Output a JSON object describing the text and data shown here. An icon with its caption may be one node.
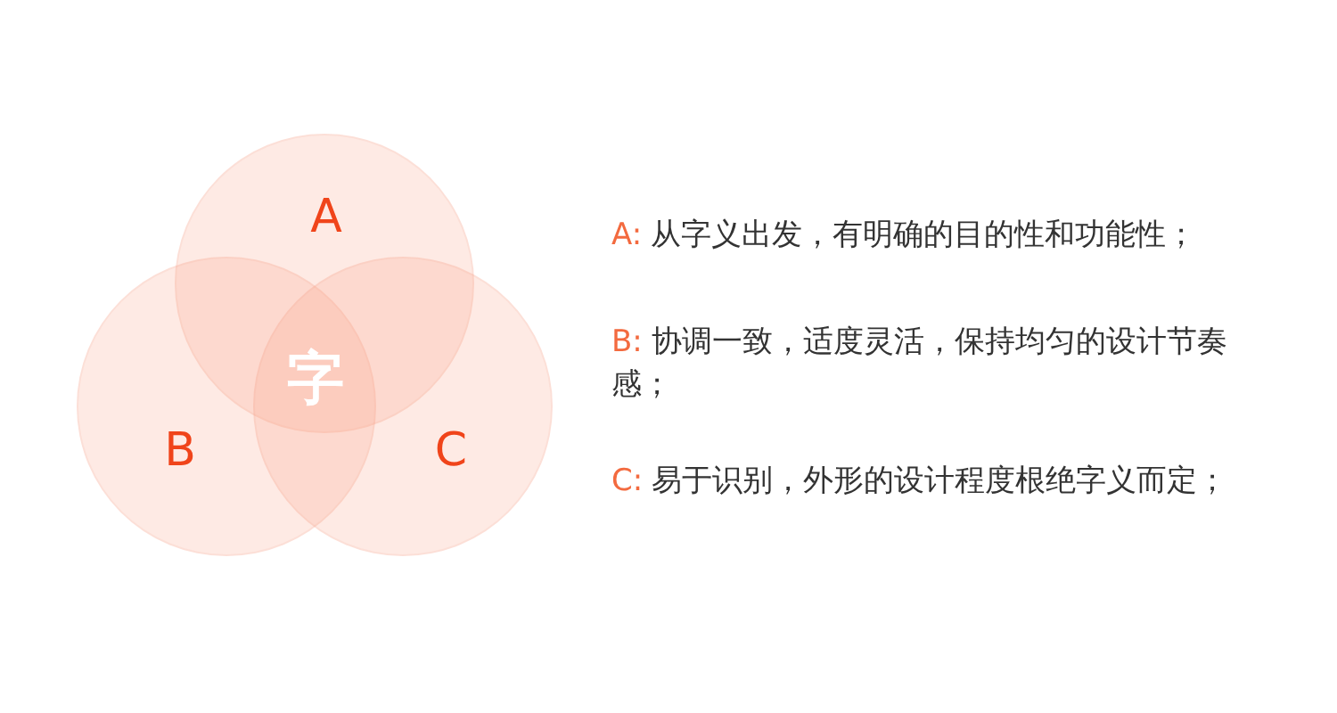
{
  "diagram": {
    "nodes": [
      {
        "text": [
          "A"
        ]
      },
      {
        "text": [
          "B"
        ]
      },
      {
        "text": [
          "C"
        ]
      }
    ],
    "labels": [
      "字",
      "A:",
      "从字义出发，有明确的目的性和功能性；",
      "B:",
      "协调一致，适度灵活，保持均匀的设计节奏感；",
      "C:",
      "易于识别，外形的设计程度根绝字义而定；"
    ]
  }
}
